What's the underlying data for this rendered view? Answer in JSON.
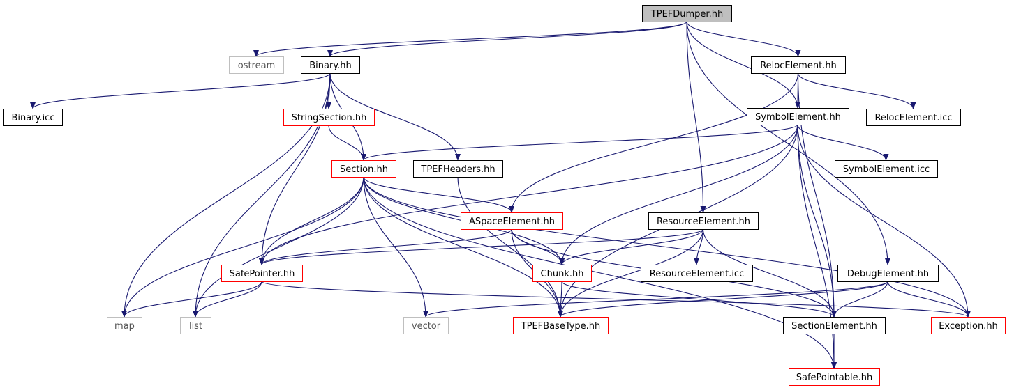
{
  "colors": {
    "edge": "#191970",
    "root_fill": "#bfbfbf",
    "root_border": "#000000",
    "normal_border": "#000000",
    "incomplete_border": "#ff0000",
    "external_border": "#bfbfbf",
    "node_fill": "#ffffff"
  },
  "nodes": [
    {
      "id": "tpefdumper",
      "label": "TPEFDumper.hh",
      "kind": "root"
    },
    {
      "id": "ostream",
      "label": "ostream",
      "kind": "external"
    },
    {
      "id": "binary_hh",
      "label": "Binary.hh",
      "kind": "normal"
    },
    {
      "id": "relocelement_hh",
      "label": "RelocElement.hh",
      "kind": "normal"
    },
    {
      "id": "binary_icc",
      "label": "Binary.icc",
      "kind": "normal"
    },
    {
      "id": "stringsection",
      "label": "StringSection.hh",
      "kind": "incomplete"
    },
    {
      "id": "symbolelement_hh",
      "label": "SymbolElement.hh",
      "kind": "normal"
    },
    {
      "id": "relocelement_icc",
      "label": "RelocElement.icc",
      "kind": "normal"
    },
    {
      "id": "section",
      "label": "Section.hh",
      "kind": "incomplete"
    },
    {
      "id": "tpefheaders",
      "label": "TPEFHeaders.hh",
      "kind": "normal"
    },
    {
      "id": "symbolelement_icc",
      "label": "SymbolElement.icc",
      "kind": "normal"
    },
    {
      "id": "aspaceelement",
      "label": "ASpaceElement.hh",
      "kind": "incomplete"
    },
    {
      "id": "resourceelement_hh",
      "label": "ResourceElement.hh",
      "kind": "normal"
    },
    {
      "id": "safepointer",
      "label": "SafePointer.hh",
      "kind": "incomplete"
    },
    {
      "id": "chunk",
      "label": "Chunk.hh",
      "kind": "incomplete"
    },
    {
      "id": "resourceelement_icc",
      "label": "ResourceElement.icc",
      "kind": "normal"
    },
    {
      "id": "debugelement",
      "label": "DebugElement.hh",
      "kind": "normal"
    },
    {
      "id": "map",
      "label": "map",
      "kind": "external"
    },
    {
      "id": "list",
      "label": "list",
      "kind": "external"
    },
    {
      "id": "vector",
      "label": "vector",
      "kind": "external"
    },
    {
      "id": "tpefbasetype",
      "label": "TPEFBaseType.hh",
      "kind": "incomplete"
    },
    {
      "id": "sectionelement",
      "label": "SectionElement.hh",
      "kind": "normal"
    },
    {
      "id": "exception",
      "label": "Exception.hh",
      "kind": "incomplete"
    },
    {
      "id": "safepointable",
      "label": "SafePointable.hh",
      "kind": "incomplete"
    }
  ],
  "edges": [
    [
      "tpefdumper",
      "ostream"
    ],
    [
      "tpefdumper",
      "binary_hh"
    ],
    [
      "tpefdumper",
      "relocelement_hh"
    ],
    [
      "tpefdumper",
      "symbolelement_hh"
    ],
    [
      "tpefdumper",
      "resourceelement_hh"
    ],
    [
      "tpefdumper",
      "debugelement"
    ],
    [
      "binary_hh",
      "binary_icc"
    ],
    [
      "binary_hh",
      "stringsection"
    ],
    [
      "binary_hh",
      "section"
    ],
    [
      "binary_hh",
      "tpefheaders"
    ],
    [
      "binary_hh",
      "safepointer"
    ],
    [
      "binary_hh",
      "map"
    ],
    [
      "binary_hh",
      "list"
    ],
    [
      "stringsection",
      "section"
    ],
    [
      "relocelement_hh",
      "symbolelement_hh"
    ],
    [
      "relocelement_hh",
      "relocelement_icc"
    ],
    [
      "relocelement_hh",
      "aspaceelement"
    ],
    [
      "relocelement_hh",
      "sectionelement"
    ],
    [
      "symbolelement_hh",
      "section"
    ],
    [
      "symbolelement_hh",
      "symbolelement_icc"
    ],
    [
      "symbolelement_hh",
      "safepointer"
    ],
    [
      "symbolelement_hh",
      "chunk"
    ],
    [
      "symbolelement_hh",
      "tpefbasetype"
    ],
    [
      "symbolelement_hh",
      "sectionelement"
    ],
    [
      "symbolelement_hh",
      "exception"
    ],
    [
      "symbolelement_hh",
      "safepointable"
    ],
    [
      "section",
      "aspaceelement"
    ],
    [
      "section",
      "chunk"
    ],
    [
      "section",
      "safepointer"
    ],
    [
      "section",
      "map"
    ],
    [
      "section",
      "list"
    ],
    [
      "section",
      "vector"
    ],
    [
      "section",
      "tpefbasetype"
    ],
    [
      "section",
      "exception"
    ],
    [
      "section",
      "safepointable"
    ],
    [
      "tpefheaders",
      "tpefbasetype"
    ],
    [
      "aspaceelement",
      "safepointer"
    ],
    [
      "aspaceelement",
      "chunk"
    ],
    [
      "aspaceelement",
      "tpefbasetype"
    ],
    [
      "aspaceelement",
      "sectionelement"
    ],
    [
      "resourceelement_hh",
      "resourceelement_icc"
    ],
    [
      "resourceelement_hh",
      "safepointer"
    ],
    [
      "resourceelement_hh",
      "chunk"
    ],
    [
      "resourceelement_hh",
      "tpefbasetype"
    ],
    [
      "resourceelement_hh",
      "sectionelement"
    ],
    [
      "safepointer",
      "map"
    ],
    [
      "safepointer",
      "list"
    ],
    [
      "safepointer",
      "exception"
    ],
    [
      "chunk",
      "tpefbasetype"
    ],
    [
      "chunk",
      "sectionelement"
    ],
    [
      "debugelement",
      "vector"
    ],
    [
      "debugelement",
      "tpefbasetype"
    ],
    [
      "debugelement",
      "sectionelement"
    ],
    [
      "debugelement",
      "exception"
    ],
    [
      "sectionelement",
      "safepointable"
    ]
  ]
}
